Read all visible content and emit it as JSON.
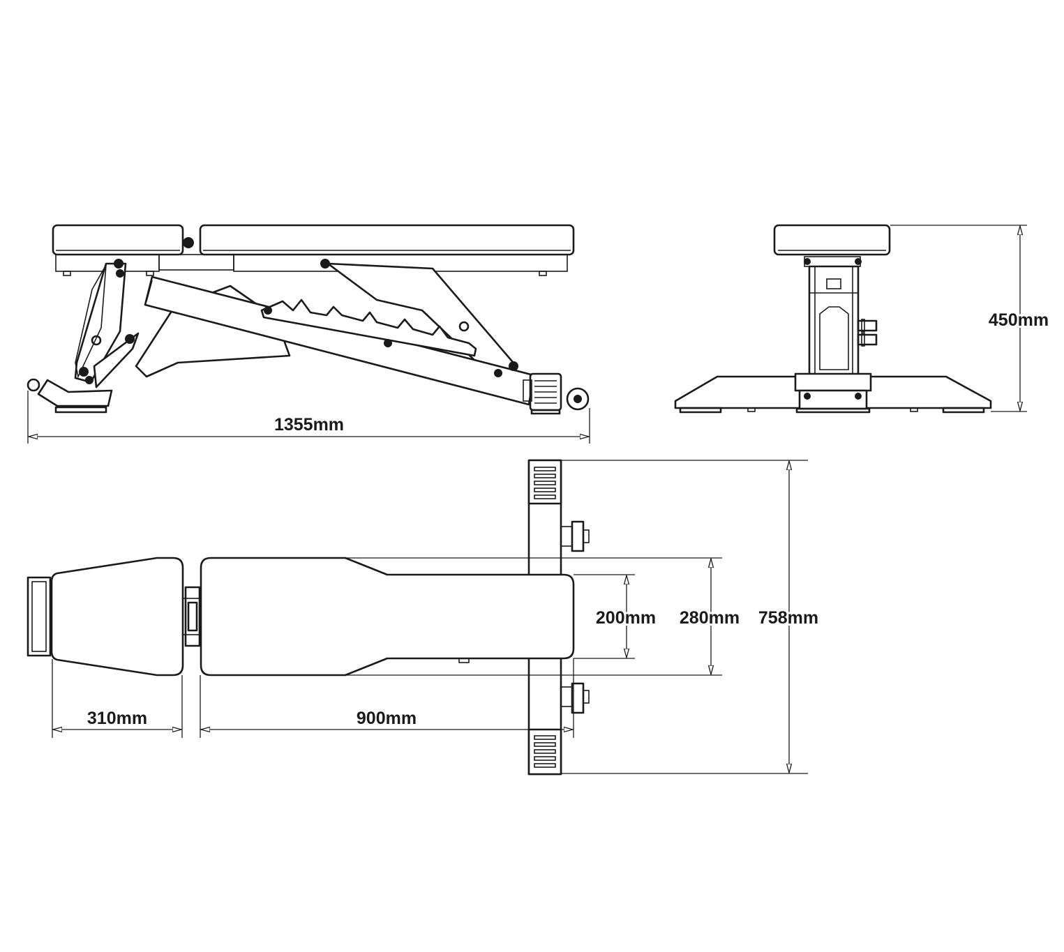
{
  "dimensions": {
    "overall_length": "1355mm",
    "height": "450mm",
    "seat_length": "310mm",
    "back_length": "900mm",
    "narrow_width": "200mm",
    "pad_width": "280mm",
    "base_width": "758mm"
  }
}
